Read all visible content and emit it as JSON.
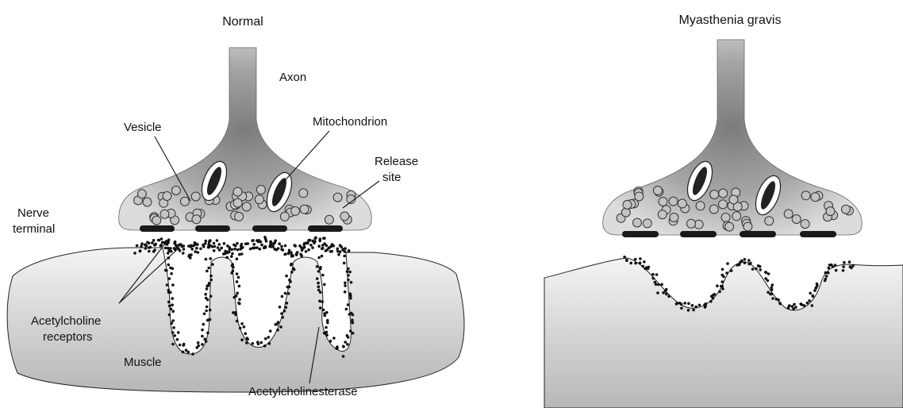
{
  "panels": {
    "normal": {
      "title": "Normal",
      "labels": {
        "axon": "Axon",
        "vesicle": "Vesicle",
        "mitochondrion": "Mitochondrion",
        "release_site_line1": "Release",
        "release_site_line2": "site",
        "nerve_terminal_line1": "Nerve",
        "nerve_terminal_line2": "terminal",
        "receptors_line1": "Acetylcholine",
        "receptors_line2": "receptors",
        "muscle": "Muscle",
        "acetylcholinesterase": "Acetylcholinesterase"
      }
    },
    "myasthenia": {
      "title": "Myasthenia gravis"
    }
  },
  "colors": {
    "axon_fill": "#8e8e8e",
    "terminal_dark": "#8a8a8a",
    "terminal_light": "#d6d6d6",
    "muscle_light": "#f2f2f2",
    "muscle_dark": "#b9b9b9",
    "vesicle_fill": "#c4c4c4",
    "release_site": "#1a1a1a",
    "receptor_dots": "#111111"
  }
}
